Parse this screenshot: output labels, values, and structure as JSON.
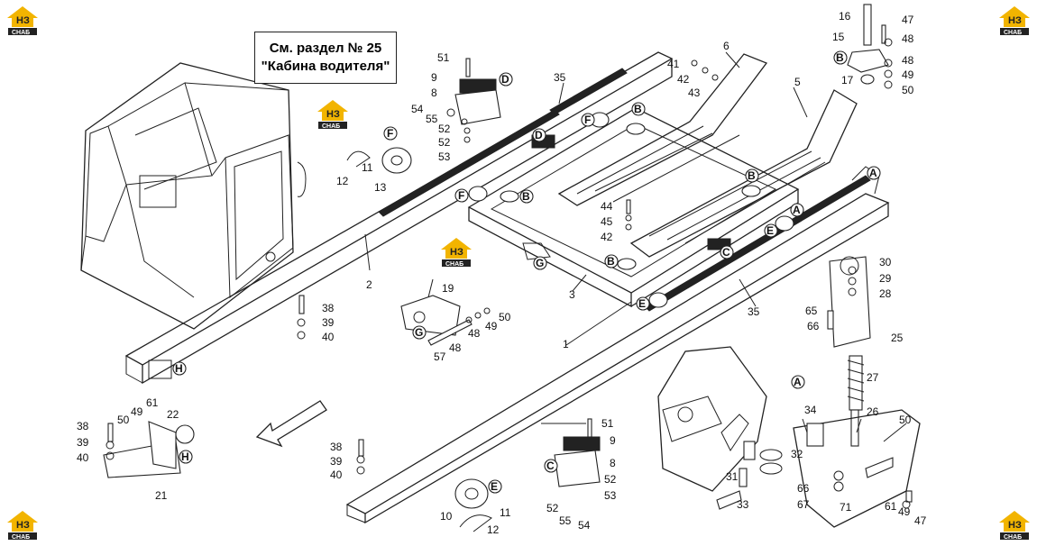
{
  "callout": {
    "line1": "См. раздел № 25",
    "line2": "\"Кабина водителя\""
  },
  "logo_text": {
    "top": "НЗ",
    "bottom": "СНАБ"
  },
  "accent_color": "#f2b400",
  "part_numbers": [
    "1",
    "2",
    "3",
    "5",
    "6",
    "8",
    "9",
    "10",
    "11",
    "12",
    "13",
    "15",
    "16",
    "17",
    "19",
    "21",
    "22",
    "25",
    "26",
    "27",
    "28",
    "29",
    "30",
    "31",
    "32",
    "33",
    "34",
    "35",
    "38",
    "39",
    "40",
    "41",
    "42",
    "43",
    "44",
    "45",
    "47",
    "48",
    "49",
    "50",
    "51",
    "52",
    "53",
    "54",
    "55",
    "57",
    "61",
    "65",
    "66",
    "67",
    "71"
  ],
  "view_letters": [
    "A",
    "B",
    "C",
    "D",
    "E",
    "F",
    "G",
    "H"
  ]
}
